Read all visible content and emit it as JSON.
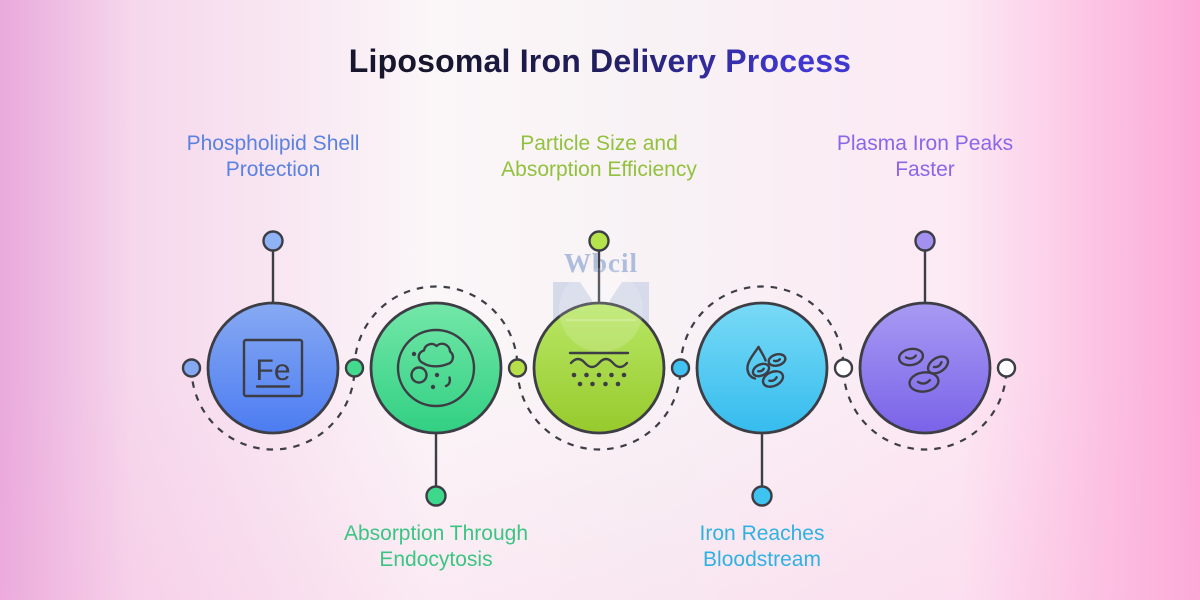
{
  "title": {
    "text": "Liposomal Iron Delivery Process",
    "gradient_start": "#17162d",
    "gradient_end": "#3f37cf"
  },
  "watermark": {
    "text": "Wbcil"
  },
  "background": {
    "edge_left": "#e9a9dc",
    "center": "#fbf6f8",
    "edge_right": "#fca7d7"
  },
  "connector": {
    "style": "dashed-wave",
    "line_color": "#3d3d46",
    "dots": [
      {
        "color": "#84a9f2"
      },
      {
        "color": "#43d98e"
      },
      {
        "color": "#b6df49"
      },
      {
        "color": "#42c2f1"
      },
      {
        "color": "#ffffff"
      },
      {
        "color": "#ffffff"
      }
    ]
  },
  "steps": [
    {
      "label_line1": "Phospholipid Shell",
      "label_line2": "Protection",
      "label_position": "above",
      "label_color": "#5b82e2",
      "icon": "fe-periodic-symbol",
      "icon_text": "Fe",
      "circle_gradient": {
        "top": "#87aaf3",
        "bottom": "#4c7cf1"
      },
      "stem_dot_color": "#8fb3f4"
    },
    {
      "label_line1": "Absorption Through",
      "label_line2": "Endocytosis",
      "label_position": "below",
      "label_color": "#3bc583",
      "icon": "cell-endocytosis",
      "circle_gradient": {
        "top": "#74e7a8",
        "bottom": "#31d083"
      },
      "stem_dot_color": "#3ed88c"
    },
    {
      "label_line1": "Particle Size and",
      "label_line2": "Absorption Efficiency",
      "label_position": "above",
      "label_color": "#92c13d",
      "icon": "skin-particle-absorption",
      "circle_gradient": {
        "top": "#b9e766",
        "bottom": "#97ca2c"
      },
      "stem_dot_color": "#b5e34c"
    },
    {
      "label_line1": "Iron Reaches",
      "label_line2": "Bloodstream",
      "label_position": "below",
      "label_color": "#2fb2e2",
      "icon": "droplet-blood-cells",
      "circle_gradient": {
        "top": "#79daf6",
        "bottom": "#35bcee"
      },
      "stem_dot_color": "#3fc3f0"
    },
    {
      "label_line1": "Plasma Iron Peaks",
      "label_line2": "Faster",
      "label_position": "above",
      "label_color": "#8a67e8",
      "icon": "blood-cells",
      "circle_gradient": {
        "top": "#a89af3",
        "bottom": "#7a63e8"
      },
      "stem_dot_color": "#a291f1"
    }
  ]
}
